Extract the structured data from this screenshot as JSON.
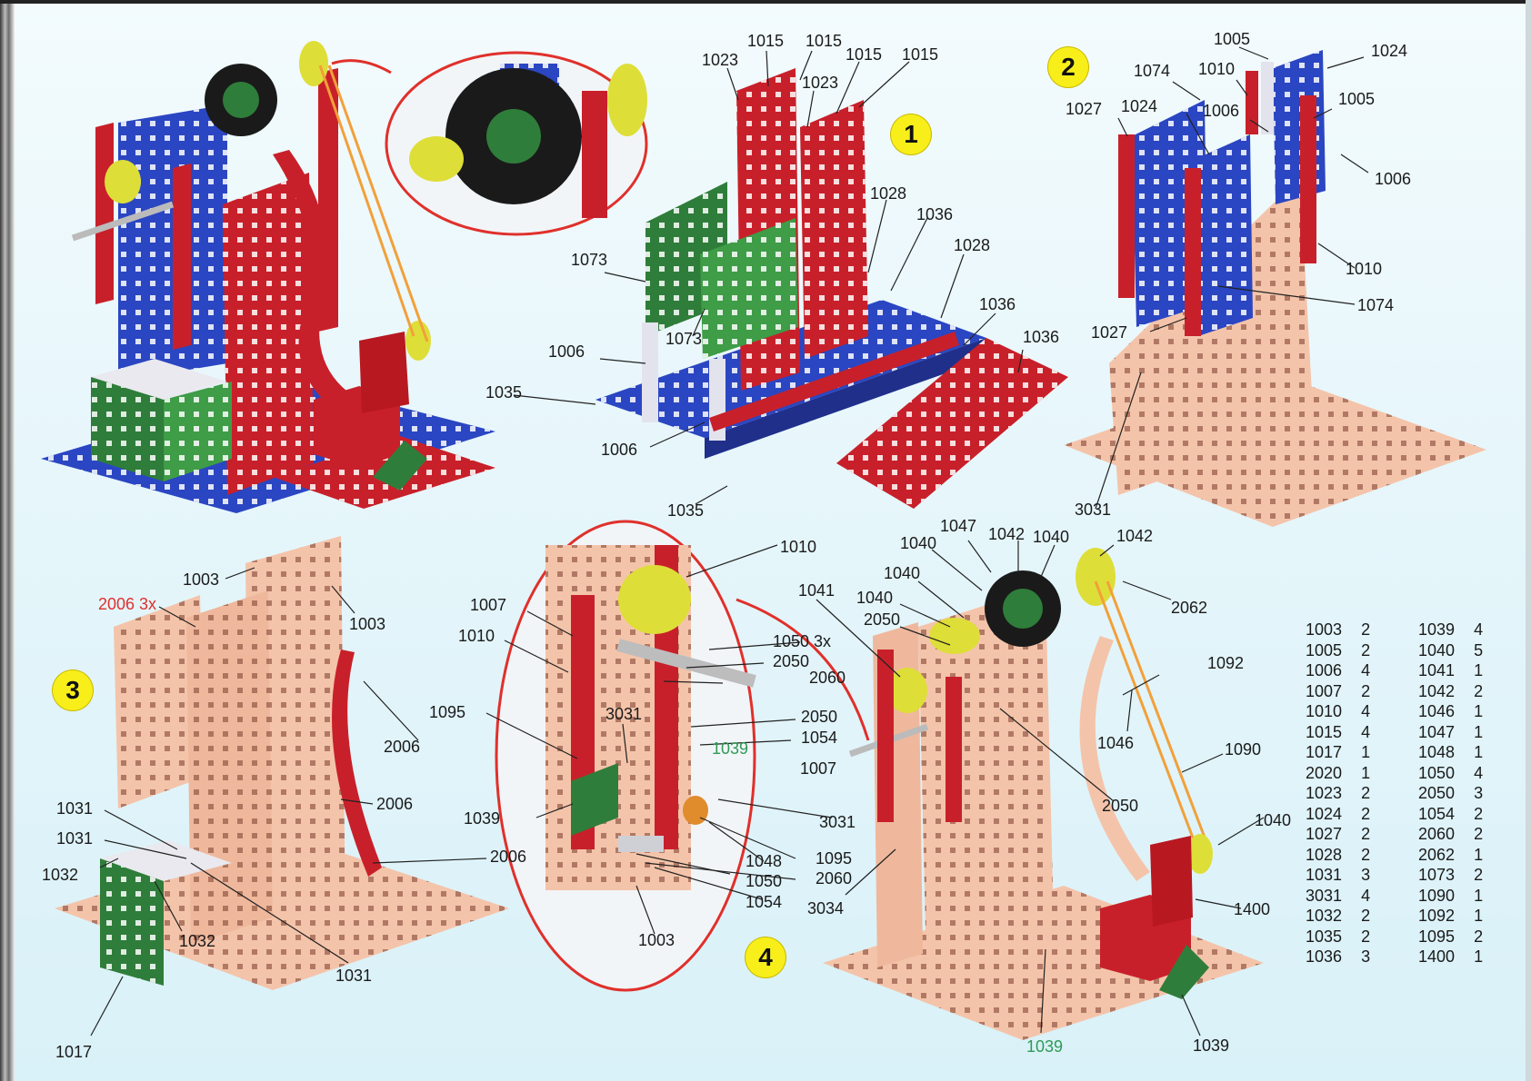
{
  "steps": [
    "1",
    "2",
    "3",
    "4"
  ],
  "colors": {
    "red": "#c8202a",
    "blue": "#2b46c2",
    "green": "#2f7d3a",
    "peach": "#f4c4aa",
    "yellow": "#dede38",
    "black": "#1a1a1a",
    "callout": "#e0302b",
    "badge": "#f8ef1a",
    "belt": "#f2a03a"
  },
  "step1_labels": [
    "1015",
    "1015",
    "1015",
    "1015",
    "1023",
    "1023",
    "1073",
    "1028",
    "1036",
    "1028",
    "1073",
    "1036",
    "1006",
    "1036",
    "1035",
    "1006",
    "1035"
  ],
  "step2_labels": [
    "1005",
    "1024",
    "1074",
    "1010",
    "1027",
    "1024",
    "1006",
    "1005",
    "1006",
    "1010",
    "1074",
    "1027",
    "3031"
  ],
  "step3_labels": [
    "1003",
    "2006 3x",
    "1003",
    "2006",
    "2006",
    "1031",
    "1031",
    "2006",
    "1032",
    "1032",
    "1031",
    "1017"
  ],
  "detail_labels": [
    "1010",
    "1007",
    "1010",
    "1050 3x",
    "2050",
    "2060",
    "1095",
    "3031",
    "2050",
    "1054",
    "1039",
    "1007",
    "1039",
    "3031",
    "1048",
    "1095",
    "1050",
    "2060",
    "1054",
    "1003"
  ],
  "step4_labels": [
    "1047",
    "1042",
    "1040",
    "1040",
    "1042",
    "1040",
    "1041",
    "1040",
    "2050",
    "2062",
    "1092",
    "1046",
    "1090",
    "2050",
    "1040",
    "3034",
    "1400",
    "1039",
    "1039"
  ],
  "parts_list": [
    [
      "1003",
      "2",
      "1039",
      "4"
    ],
    [
      "1005",
      "2",
      "1040",
      "5"
    ],
    [
      "1006",
      "4",
      "1041",
      "1"
    ],
    [
      "1007",
      "2",
      "1042",
      "2"
    ],
    [
      "1010",
      "4",
      "1046",
      "1"
    ],
    [
      "1015",
      "4",
      "1047",
      "1"
    ],
    [
      "1017",
      "1",
      "1048",
      "1"
    ],
    [
      "2020",
      "1",
      "1050",
      "4"
    ],
    [
      "1023",
      "2",
      "2050",
      "3"
    ],
    [
      "1024",
      "2",
      "1054",
      "2"
    ],
    [
      "1027",
      "2",
      "2060",
      "2"
    ],
    [
      "1028",
      "2",
      "2062",
      "1"
    ],
    [
      "1031",
      "3",
      "1073",
      "2"
    ],
    [
      "3031",
      "4",
      "1090",
      "1"
    ],
    [
      "1032",
      "2",
      "1092",
      "1"
    ],
    [
      "1035",
      "2",
      "1095",
      "2"
    ],
    [
      "1036",
      "3",
      "1400",
      "1"
    ]
  ]
}
